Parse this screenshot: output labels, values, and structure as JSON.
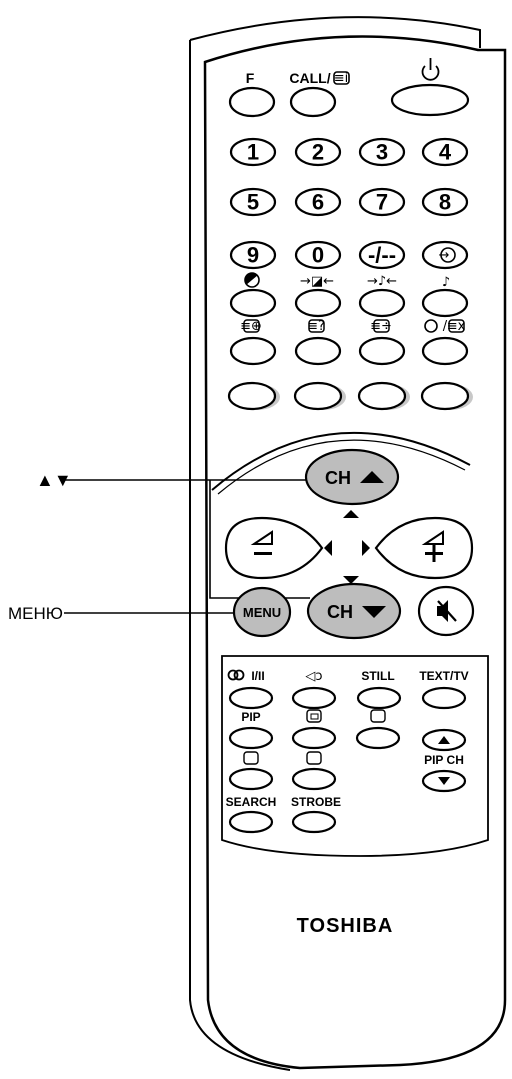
{
  "callouts": {
    "channel_arrows": "▲▼",
    "menu": "МЕНЮ"
  },
  "remote": {
    "brand": "TOSHIBA",
    "top_row": {
      "f_label": "F",
      "call_label": "CALL/",
      "power_icon": "power-icon"
    },
    "numbers": [
      "1",
      "2",
      "3",
      "4",
      "5",
      "6",
      "7",
      "8",
      "9",
      "0",
      "-/--"
    ],
    "channel": {
      "up_label": "CH",
      "down_label": "CH",
      "menu_label": "MENU"
    },
    "lower": {
      "stereo_label": "I/II",
      "still_label": "STILL",
      "text_tv_label": "TEXT/TV",
      "pip_label": "PIP",
      "pip_ch_label": "PIP CH",
      "search_label": "SEARCH",
      "strobe_label": "STROBE"
    }
  }
}
